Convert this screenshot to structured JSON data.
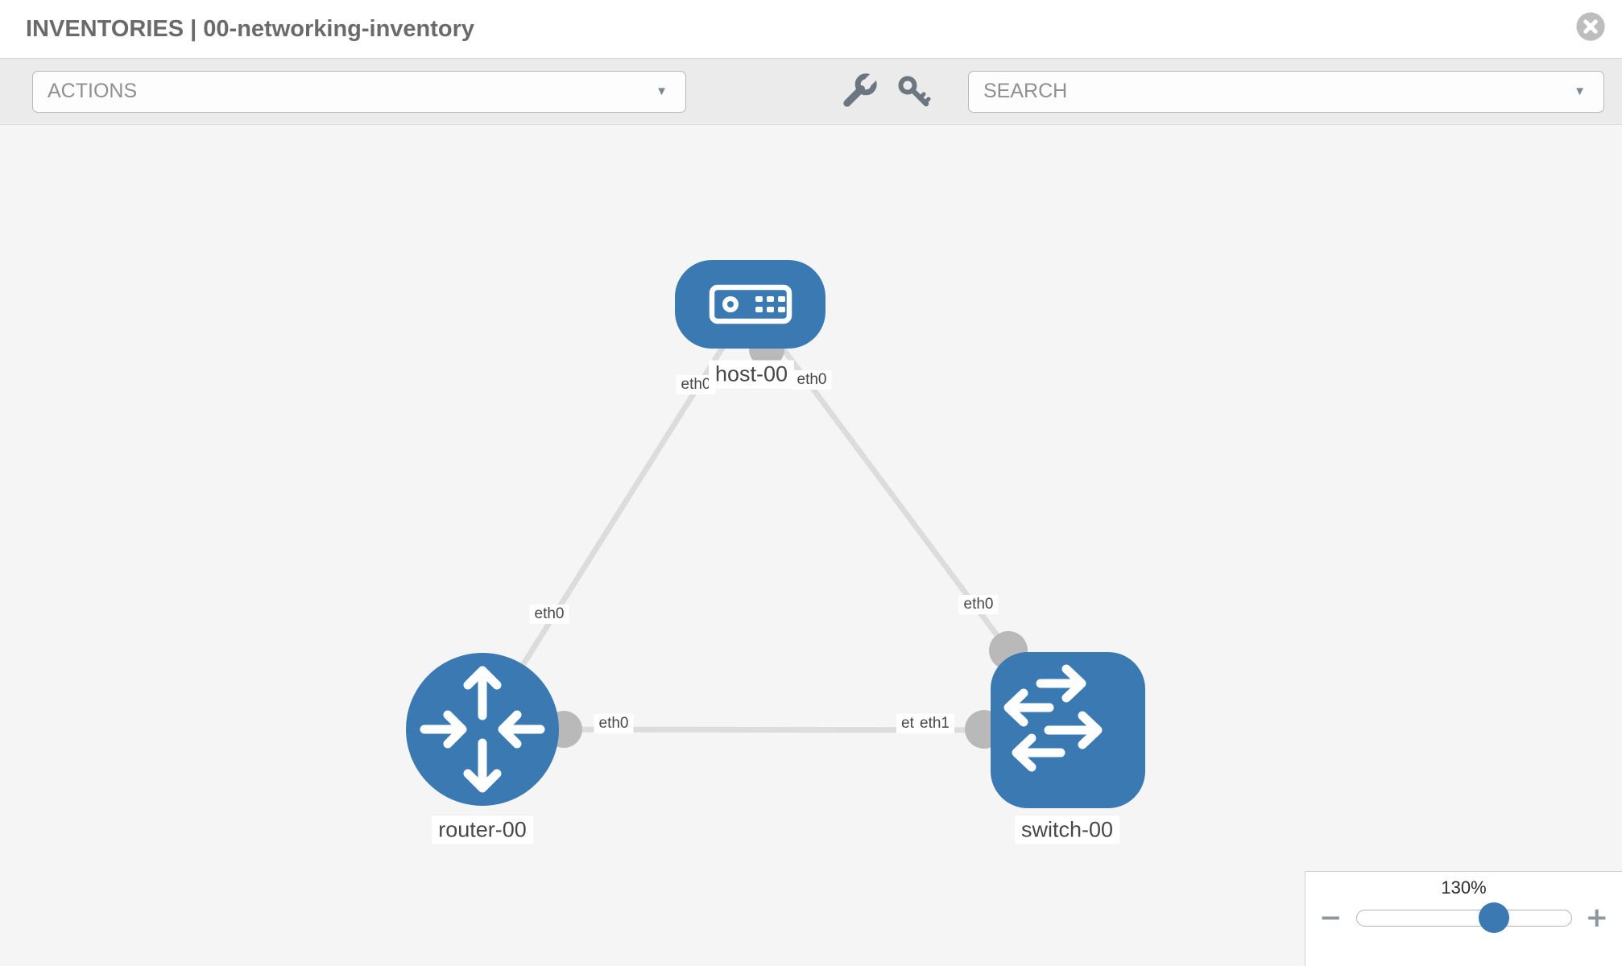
{
  "header": {
    "title": "INVENTORIES | 00-networking-inventory"
  },
  "toolbar": {
    "actions_dropdown": {
      "label": "ACTIONS"
    },
    "search_dropdown": {
      "label": "SEARCH"
    }
  },
  "topology": {
    "nodes": [
      {
        "id": "host-00",
        "type": "host",
        "label": "host-00"
      },
      {
        "id": "router-00",
        "type": "router",
        "label": "router-00"
      },
      {
        "id": "switch-00",
        "type": "switch",
        "label": "switch-00"
      }
    ],
    "links": [
      {
        "from": "host-00",
        "to": "router-00",
        "from_label": "eth0",
        "to_label": "eth0"
      },
      {
        "from": "host-00",
        "to": "switch-00",
        "from_label": "eth0",
        "to_label": "eth0"
      },
      {
        "from": "router-00",
        "to": "switch-00",
        "from_label": "eth0",
        "to_label": "eth1",
        "to_label_behind": "eth0"
      }
    ]
  },
  "zoom_control": {
    "value": "130%",
    "decrease": "−",
    "increase": "+"
  },
  "colors": {
    "node_blue": "#3b79b3",
    "link_gray": "#dcdcdc",
    "connector_gray": "#b9b9b9",
    "toolbar_bg": "#ebebeb"
  }
}
